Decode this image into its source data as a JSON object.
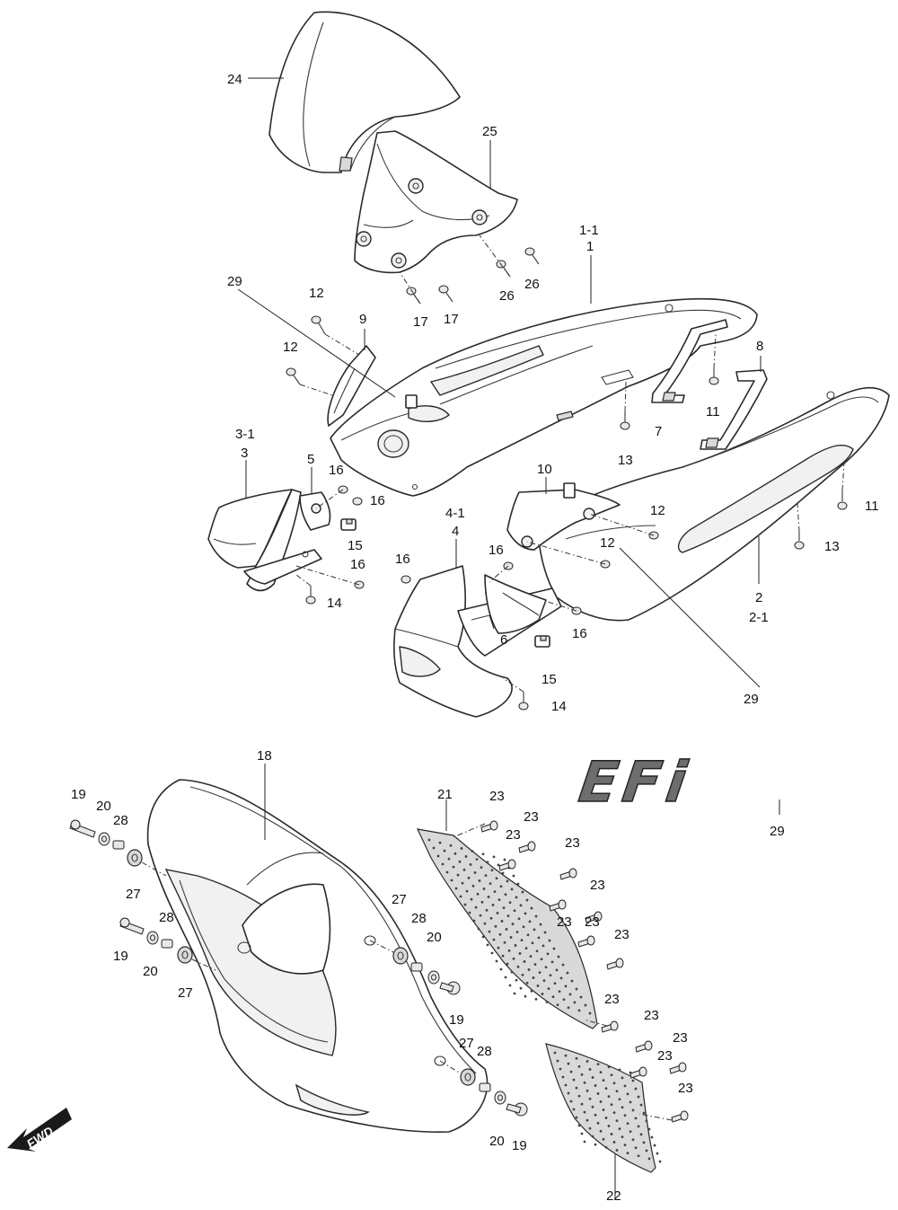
{
  "diagram": {
    "emblem_text": "EFi",
    "direction_label": "FWD",
    "callouts": [
      {
        "id": "c24",
        "label": "24"
      },
      {
        "id": "c25",
        "label": "25"
      },
      {
        "id": "c1-1",
        "label": "1-1"
      },
      {
        "id": "c1",
        "label": "1"
      },
      {
        "id": "c29a",
        "label": "29"
      },
      {
        "id": "c12a",
        "label": "12"
      },
      {
        "id": "c9",
        "label": "9"
      },
      {
        "id": "c12b",
        "label": "12"
      },
      {
        "id": "c17a",
        "label": "17"
      },
      {
        "id": "c17b",
        "label": "17"
      },
      {
        "id": "c26a",
        "label": "26"
      },
      {
        "id": "c26b",
        "label": "26"
      },
      {
        "id": "c8",
        "label": "8"
      },
      {
        "id": "c11a",
        "label": "11"
      },
      {
        "id": "c7",
        "label": "7"
      },
      {
        "id": "c13a",
        "label": "13"
      },
      {
        "id": "c3-1",
        "label": "3-1"
      },
      {
        "id": "c3",
        "label": "3"
      },
      {
        "id": "c5",
        "label": "5"
      },
      {
        "id": "c16a",
        "label": "16"
      },
      {
        "id": "c16b",
        "label": "16"
      },
      {
        "id": "c15a",
        "label": "15"
      },
      {
        "id": "c16c",
        "label": "16"
      },
      {
        "id": "c14a",
        "label": "14"
      },
      {
        "id": "c10",
        "label": "10"
      },
      {
        "id": "c12c",
        "label": "12"
      },
      {
        "id": "c12d",
        "label": "12"
      },
      {
        "id": "c11b",
        "label": "11"
      },
      {
        "id": "c13b",
        "label": "13"
      },
      {
        "id": "c4-1",
        "label": "4-1"
      },
      {
        "id": "c4",
        "label": "4"
      },
      {
        "id": "c16d",
        "label": "16"
      },
      {
        "id": "c16e",
        "label": "16"
      },
      {
        "id": "c6",
        "label": "6"
      },
      {
        "id": "c16f",
        "label": "16"
      },
      {
        "id": "c15b",
        "label": "15"
      },
      {
        "id": "c14b",
        "label": "14"
      },
      {
        "id": "c2",
        "label": "2"
      },
      {
        "id": "c2-1",
        "label": "2-1"
      },
      {
        "id": "c29b",
        "label": "29"
      },
      {
        "id": "c18",
        "label": "18"
      },
      {
        "id": "c19a",
        "label": "19"
      },
      {
        "id": "c20a",
        "label": "20"
      },
      {
        "id": "c28a",
        "label": "28"
      },
      {
        "id": "c27a",
        "label": "27"
      },
      {
        "id": "c28b",
        "label": "28"
      },
      {
        "id": "c19b",
        "label": "19"
      },
      {
        "id": "c20b",
        "label": "20"
      },
      {
        "id": "c27b",
        "label": "27"
      },
      {
        "id": "c21",
        "label": "21"
      },
      {
        "id": "c23a",
        "label": "23"
      },
      {
        "id": "c23b",
        "label": "23"
      },
      {
        "id": "c23c",
        "label": "23"
      },
      {
        "id": "c23d",
        "label": "23"
      },
      {
        "id": "c23e",
        "label": "23"
      },
      {
        "id": "c23f",
        "label": "23"
      },
      {
        "id": "c23g",
        "label": "23"
      },
      {
        "id": "c23h",
        "label": "23"
      },
      {
        "id": "c27c",
        "label": "27"
      },
      {
        "id": "c28c",
        "label": "28"
      },
      {
        "id": "c20c",
        "label": "20"
      },
      {
        "id": "c19c",
        "label": "19"
      },
      {
        "id": "c27d",
        "label": "27"
      },
      {
        "id": "c28d",
        "label": "28"
      },
      {
        "id": "c20d",
        "label": "20"
      },
      {
        "id": "c19d",
        "label": "19"
      },
      {
        "id": "c23i",
        "label": "23"
      },
      {
        "id": "c23j",
        "label": "23"
      },
      {
        "id": "c23k",
        "label": "23"
      },
      {
        "id": "c23l",
        "label": "23"
      },
      {
        "id": "c23m",
        "label": "23"
      },
      {
        "id": "c22",
        "label": "22"
      },
      {
        "id": "c29c",
        "label": "29"
      }
    ]
  }
}
